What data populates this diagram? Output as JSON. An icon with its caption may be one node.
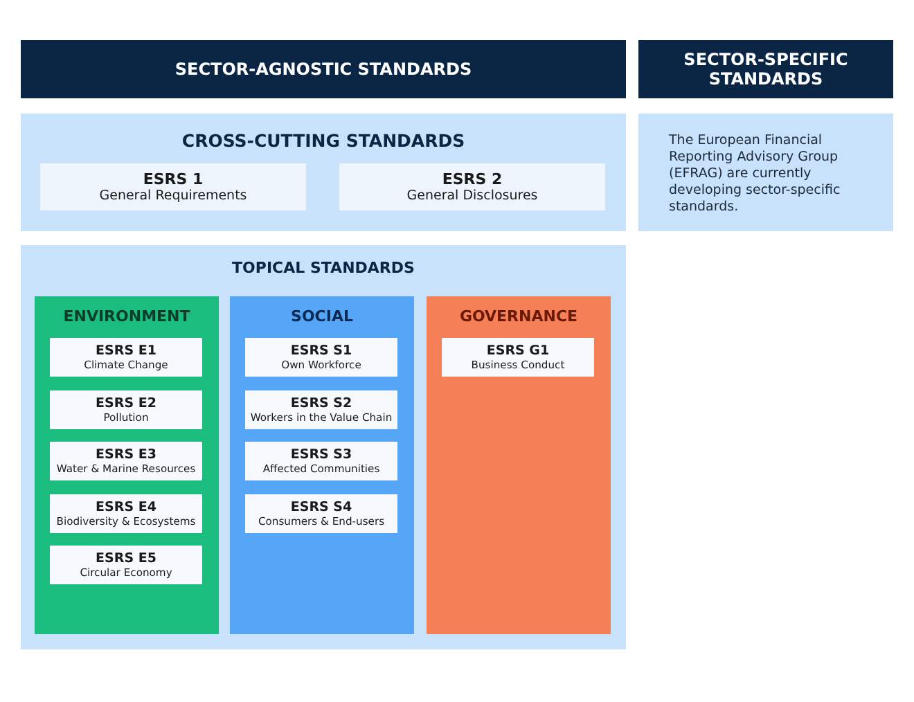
{
  "diagram": {
    "nodes": [
      {
        "text": [
          "SECTOR-AGNOSTIC STANDARDS"
        ]
      },
      {
        "text": [
          "SECTOR-SPECIFIC STANDARDS"
        ]
      },
      {
        "text": [
          "CROSS-CUTTING STANDARDS"
        ]
      },
      {
        "text": [
          "ESRS 1",
          "General Requirements"
        ],
        "in": 2
      },
      {
        "text": [
          "ESRS 2",
          "General Disclosures"
        ],
        "in": 2
      },
      {
        "text": [
          "The European Financial Reporting Advisory Group (EFRAG) are currently developing sector-specific standards."
        ]
      },
      {
        "text": [
          "TOPICAL STANDARDS"
        ]
      },
      {
        "text": [
          "ENVIRONMENT"
        ],
        "in": 6
      },
      {
        "text": [
          "ESRS E1",
          "Climate Change"
        ],
        "in": 7
      },
      {
        "text": [
          "ESRS E2",
          "Pollution"
        ],
        "in": 7
      },
      {
        "text": [
          "ESRS E3",
          "Water & Marine Resources"
        ],
        "in": 7
      },
      {
        "text": [
          "ESRS E4",
          "Biodiversity & Ecosystems"
        ],
        "in": 7
      },
      {
        "text": [
          "ESRS E5",
          "Circular Economy"
        ],
        "in": 7
      },
      {
        "text": [
          "SOCIAL"
        ],
        "in": 6
      },
      {
        "text": [
          "ESRS S1",
          "Own Workforce"
        ],
        "in": 13
      },
      {
        "text": [
          "ESRS S2",
          "Workers in the Value Chain"
        ],
        "in": 13
      },
      {
        "text": [
          "ESRS S3",
          "Affected Communities"
        ],
        "in": 13
      },
      {
        "text": [
          "ESRS S4",
          "Consumers & End-users"
        ],
        "in": 13
      },
      {
        "text": [
          "GOVERNANCE"
        ],
        "in": 6
      },
      {
        "text": [
          "ESRS G1",
          "Business Conduct"
        ],
        "in": 18
      }
    ]
  }
}
